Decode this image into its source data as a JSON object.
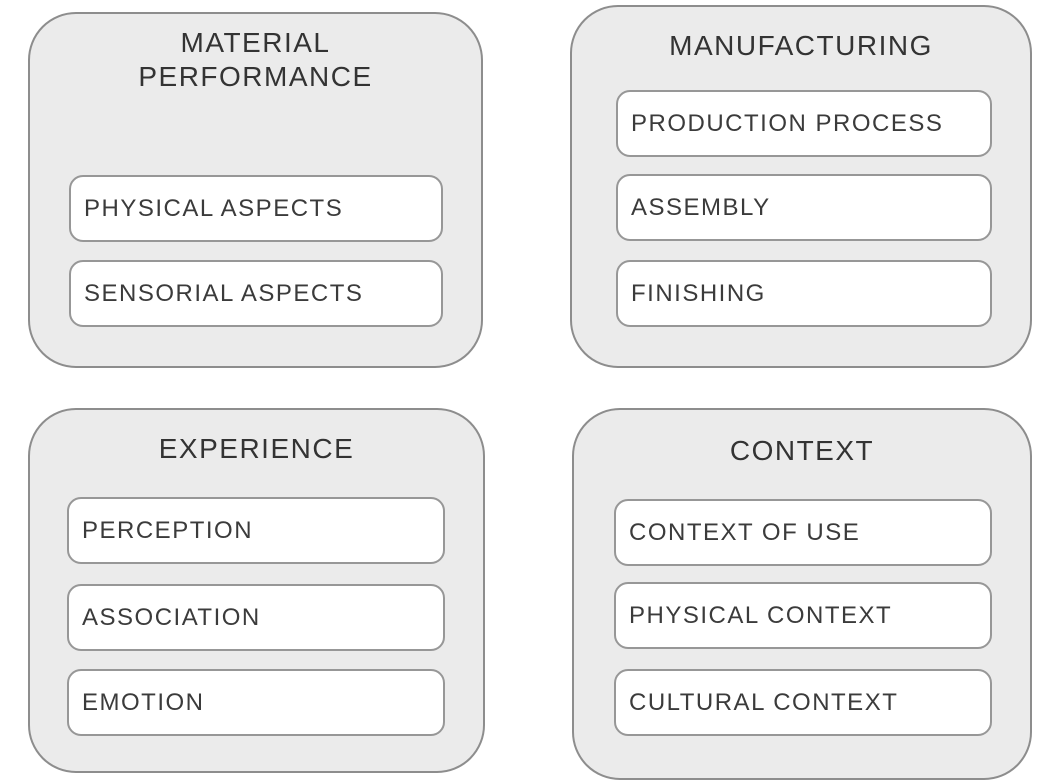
{
  "diagram": {
    "colors": {
      "background": "#ffffff",
      "panel_fill": "#ebebeb",
      "panel_border": "#8d8d8d",
      "item_fill": "#ffffff",
      "item_border": "#979797",
      "text": "#3b3b3b"
    },
    "panels": [
      {
        "title": "MATERIAL PERFORMANCE",
        "items": [
          "PHYSICAL ASPECTS",
          "SENSORIAL ASPECTS"
        ]
      },
      {
        "title": "MANUFACTURING",
        "items": [
          "PRODUCTION PROCESS",
          "ASSEMBLY",
          "FINISHING"
        ]
      },
      {
        "title": "EXPERIENCE",
        "items": [
          "PERCEPTION",
          "ASSOCIATION",
          "EMOTION"
        ]
      },
      {
        "title": "CONTEXT",
        "items": [
          "CONTEXT OF USE",
          "PHYSICAL CONTEXT",
          "CULTURAL CONTEXT"
        ]
      }
    ]
  }
}
